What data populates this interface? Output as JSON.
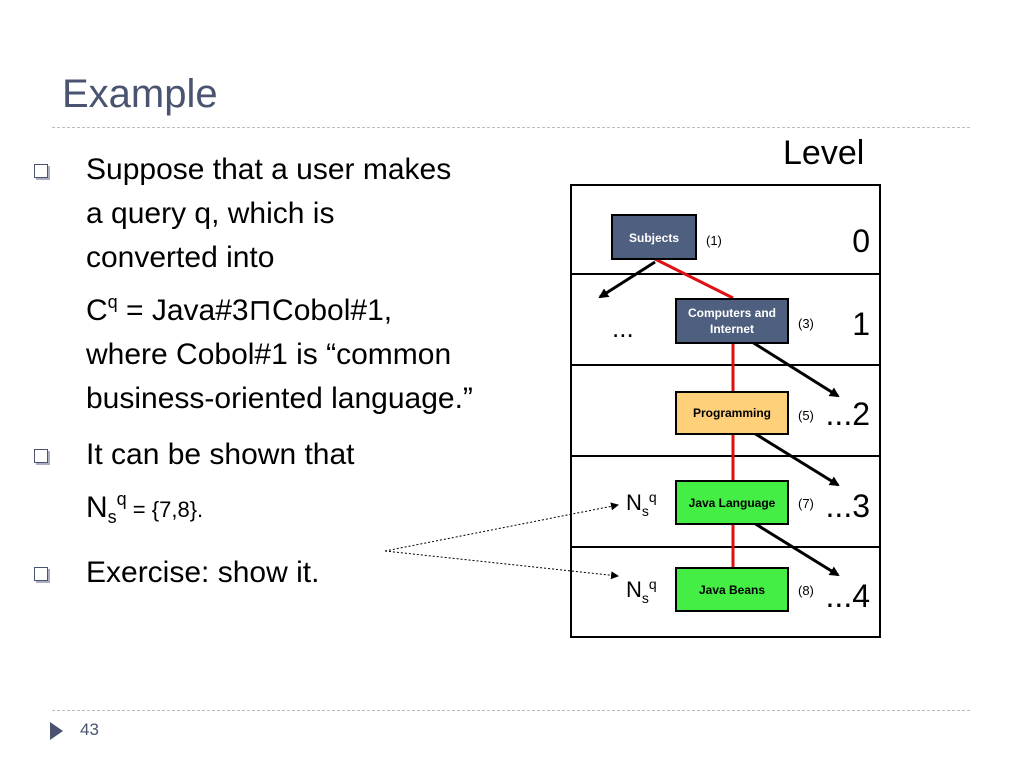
{
  "slide": {
    "title": "Example",
    "page_number": "43"
  },
  "bullets": [
    {
      "lines": [
        "Suppose that a user makes",
        "a query q, which is",
        "converted into"
      ],
      "formula": {
        "base": "C",
        "sup": "q",
        "rest": " = Java#3⊓Cobol#1,"
      },
      "lines_after": [
        "where Cobol#1 is “common",
        "business-oriented language.”"
      ]
    },
    {
      "lines": [
        "It can be shown that"
      ],
      "ns": {
        "base": "N",
        "sub": "s",
        "sup": "q",
        "rest": " = {7,8}."
      }
    },
    {
      "lines": [
        "Exercise: show it."
      ]
    }
  ],
  "diagram": {
    "level_header": "Level",
    "levels": [
      "0",
      "1",
      "...2",
      "...3",
      "...4"
    ],
    "nodes": [
      {
        "label": "Subjects",
        "id": "(1)",
        "color": "#4f5f80",
        "text_color": "#ffffff"
      },
      {
        "label_lines": [
          "Computers and",
          "Internet"
        ],
        "id": "(3)",
        "color": "#4f5f80",
        "text_color": "#ffffff"
      },
      {
        "label": "Programming",
        "id": "(5)",
        "color": "#ffd07a",
        "text_color": "#000000"
      },
      {
        "label": "Java Language",
        "id": "(7)",
        "color": "#44ee44",
        "text_color": "#000000"
      },
      {
        "label": "Java Beans",
        "id": "(8)",
        "color": "#44ee44",
        "text_color": "#000000"
      }
    ],
    "left_ellipsis": "...",
    "ns_label": {
      "base": "N",
      "sub": "s",
      "sup": "q"
    },
    "path_color": "#dd1111"
  }
}
